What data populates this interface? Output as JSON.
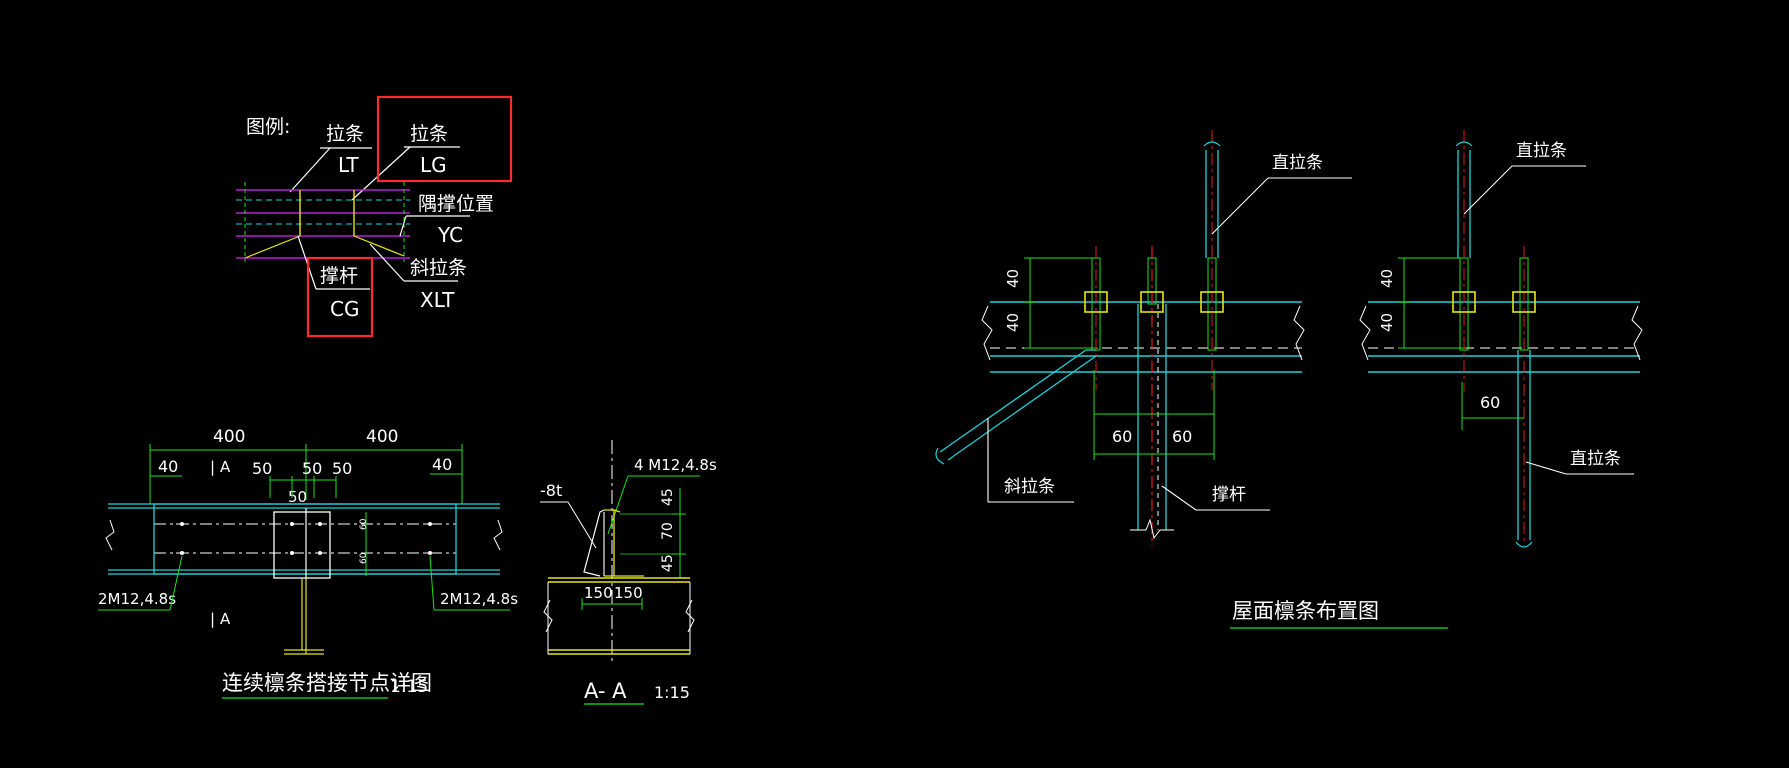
{
  "colors": {
    "background": "#000000",
    "cyan": "#1fd3d8",
    "white": "#ffffff",
    "green": "#19e619",
    "red": "#e01b1b",
    "yellow": "#e6e619",
    "magenta": "#b81fd8",
    "highlight": "#ff2a2a"
  },
  "legend": {
    "heading": "图例:",
    "lt_name": "拉条",
    "lt_code": "LT",
    "lg_name": "拉条",
    "lg_code": "LG",
    "yc_name": "隅撑位置",
    "yc_code": "YC",
    "xlt_name": "斜拉条",
    "xlt_code": "XLT",
    "cg_name": "撑杆",
    "cg_code": "CG"
  },
  "lap_detail": {
    "title": "连续檩条搭接节点详图",
    "scale": "1:15",
    "dim_400_left": "400",
    "dim_400_right": "400",
    "dim_40_left": "40",
    "dim_40_right": "40",
    "dim_50_a": "50",
    "dim_50_b": "50",
    "dim_50_c": "50",
    "dim_50_d": "50",
    "dim_60_a": "60",
    "dim_60_b": "60",
    "section_mark_top": "A",
    "section_mark_bottom": "A",
    "bolt_left": "2M12,4.8s",
    "bolt_right": "2M12,4.8s"
  },
  "section_aa": {
    "title": "A- A",
    "scale": "1:15",
    "plate": "-8t",
    "bolts": "4 M12,4.8s",
    "dim_45_top": "45",
    "dim_70": "70",
    "dim_45_bottom": "45",
    "dim_150_left": "150",
    "dim_150_right": "150"
  },
  "roof_layout": {
    "title": "屋面檩条布置图",
    "label_straight_1": "直拉条",
    "label_straight_2": "直拉条",
    "label_straight_3": "直拉条",
    "label_diagonal": "斜拉条",
    "label_strut": "撑杆",
    "dim_40_a": "40",
    "dim_40_b": "40",
    "dim_40_c": "40",
    "dim_40_d": "40",
    "dim_60_left": "60",
    "dim_60_right": "60",
    "dim_60_second": "60"
  }
}
